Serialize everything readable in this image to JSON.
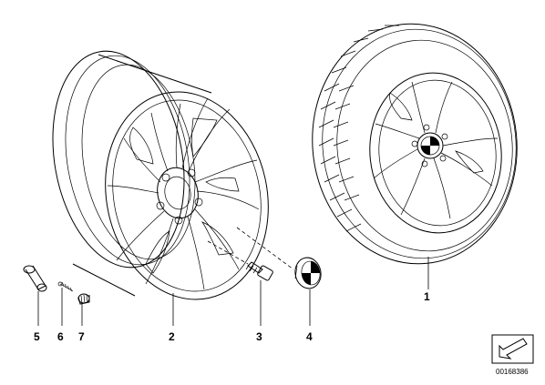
{
  "callouts": {
    "c1": "1",
    "c2": "2",
    "c3": "3",
    "c4": "4",
    "c5": "5",
    "c6": "6",
    "c7": "7"
  },
  "doc_number": "00168386",
  "icons": {
    "corner": "navigation-arrow-icon"
  }
}
